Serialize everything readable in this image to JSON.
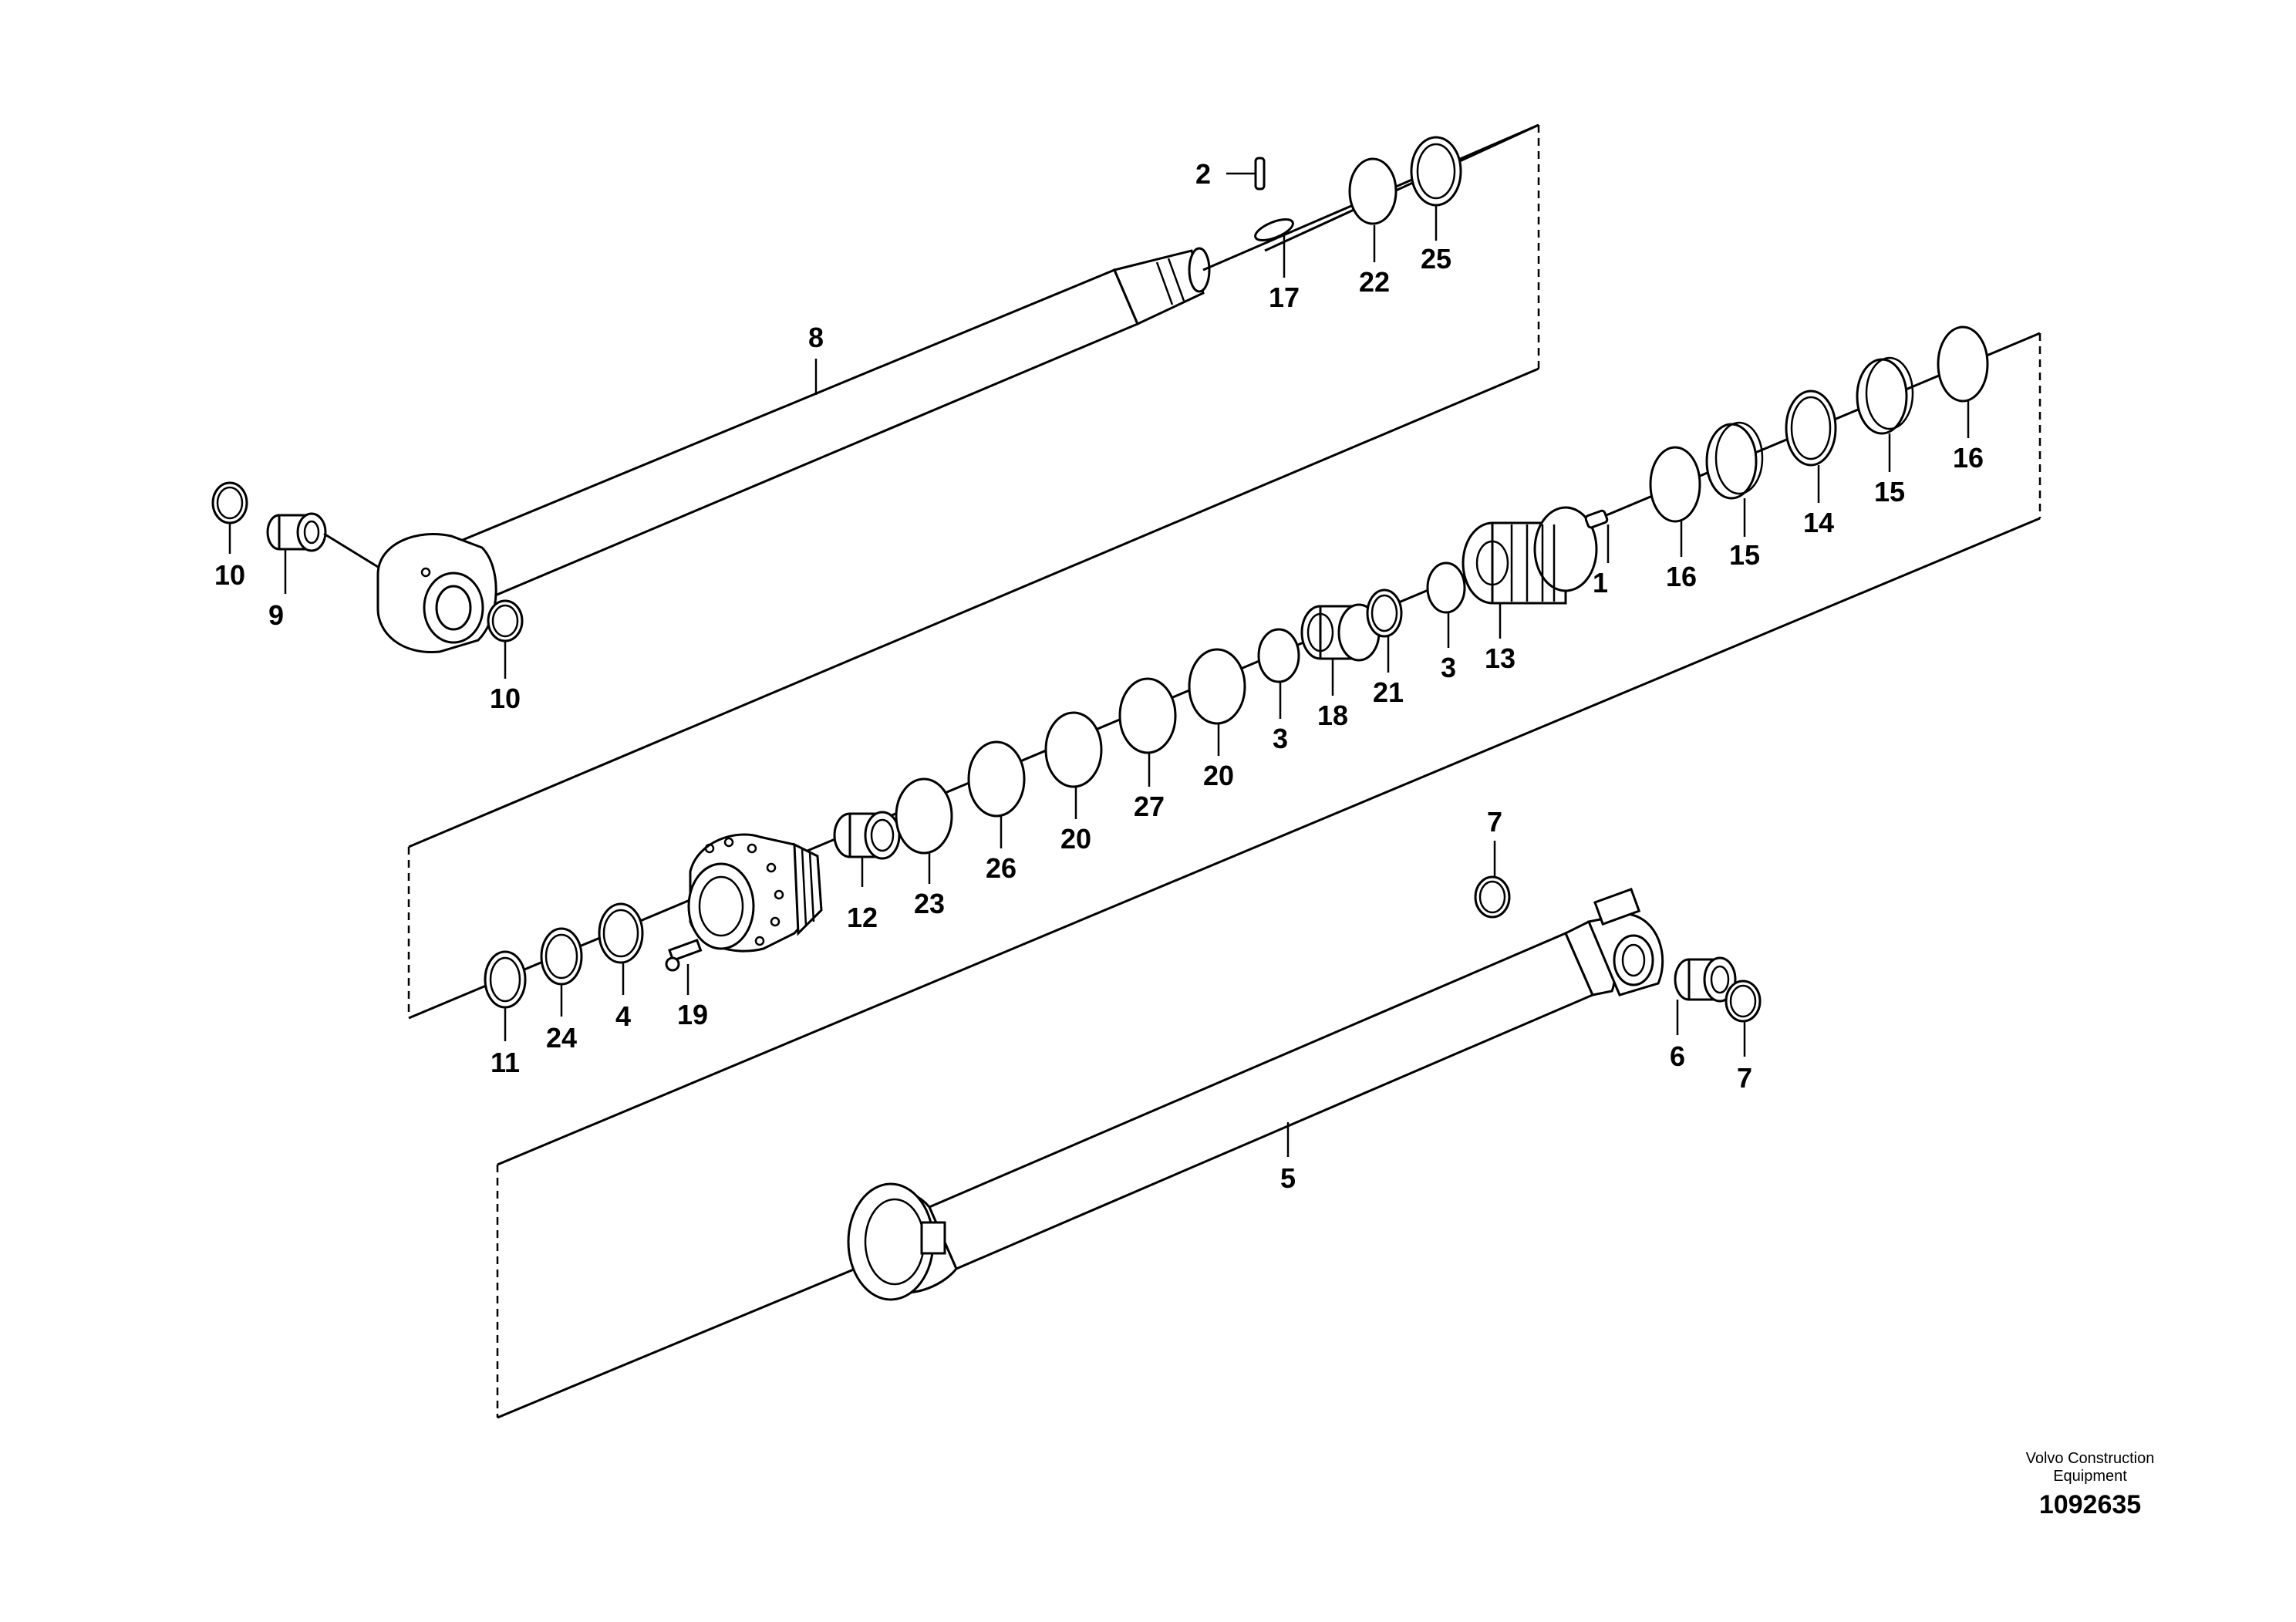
{
  "drawing": {
    "brand_line_1": "Volvo Construction",
    "brand_line_2": "Equipment",
    "document_number": "1092635"
  },
  "callouts": {
    "p1": "1",
    "p2": "2",
    "p3a": "3",
    "p3b": "3",
    "p4": "4",
    "p5": "5",
    "p6": "6",
    "p7a": "7",
    "p7b": "7",
    "p8": "8",
    "p9": "9",
    "p10a": "10",
    "p10b": "10",
    "p11": "11",
    "p12": "12",
    "p13": "13",
    "p14": "14",
    "p15a": "15",
    "p15b": "15",
    "p16a": "16",
    "p16b": "16",
    "p17": "17",
    "p18": "18",
    "p19": "19",
    "p20a": "20",
    "p20b": "20",
    "p21": "21",
    "p22": "22",
    "p23": "23",
    "p24": "24",
    "p25": "25",
    "p26": "26",
    "p27": "27"
  }
}
